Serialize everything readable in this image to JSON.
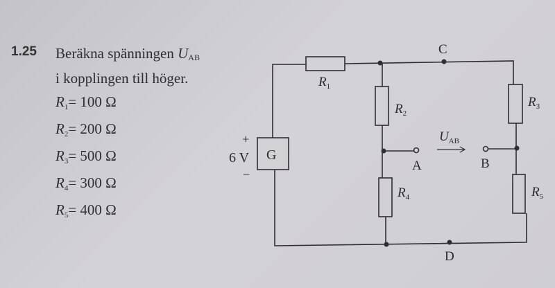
{
  "problem": {
    "number": "1.25",
    "line1": "Beräkna spänningen",
    "quantity": "U",
    "quantity_sub": "AB",
    "line2": "i kopplingen till höger."
  },
  "values": [
    {
      "symbol": "R",
      "sub": "1",
      "value": "= 100 Ω"
    },
    {
      "symbol": "R",
      "sub": "2",
      "value": "= 200 Ω"
    },
    {
      "symbol": "R",
      "sub": "3",
      "value": "= 500 Ω"
    },
    {
      "symbol": "R",
      "sub": "4",
      "value": "= 300 Ω"
    },
    {
      "symbol": "R",
      "sub": "5",
      "value": "= 400 Ω"
    }
  ],
  "circuit": {
    "source_label": "G",
    "source_voltage": "6 V",
    "plus": "+",
    "minus": "−",
    "node_c": "C",
    "node_d": "D",
    "terminal_a": "A",
    "terminal_b": "B",
    "voltage_label": "U",
    "voltage_sub": "AB",
    "resistors": [
      {
        "symbol": "R",
        "sub": "1"
      },
      {
        "symbol": "R",
        "sub": "2"
      },
      {
        "symbol": "R",
        "sub": "3"
      },
      {
        "symbol": "R",
        "sub": "4"
      },
      {
        "symbol": "R",
        "sub": "5"
      }
    ]
  }
}
